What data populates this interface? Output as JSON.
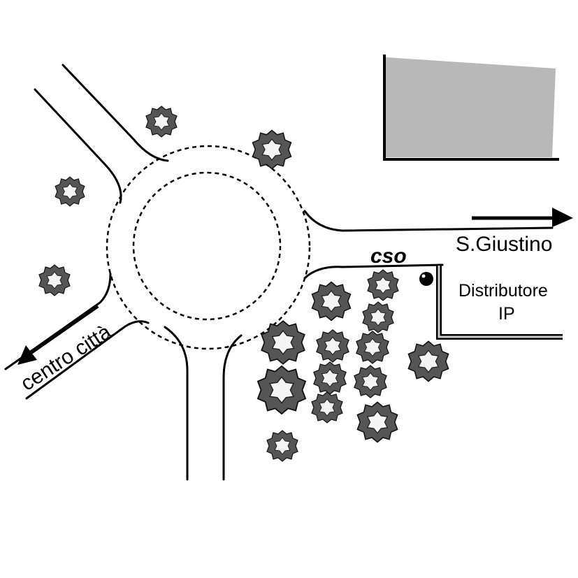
{
  "labels": {
    "san_giustino": "S.Giustino",
    "cso": "cso",
    "distributore_line1": "Distributore",
    "distributore_line2": "IP",
    "centro_citta": "centro città"
  },
  "colors": {
    "building": "#b8b8b8",
    "tree": "#555555",
    "grass": "#777777",
    "road": "#000000"
  },
  "icons": {
    "arrow_east": "arrow-right-icon",
    "arrow_southwest": "arrow-left-icon",
    "pump": "petrol-pump-dot-icon"
  }
}
